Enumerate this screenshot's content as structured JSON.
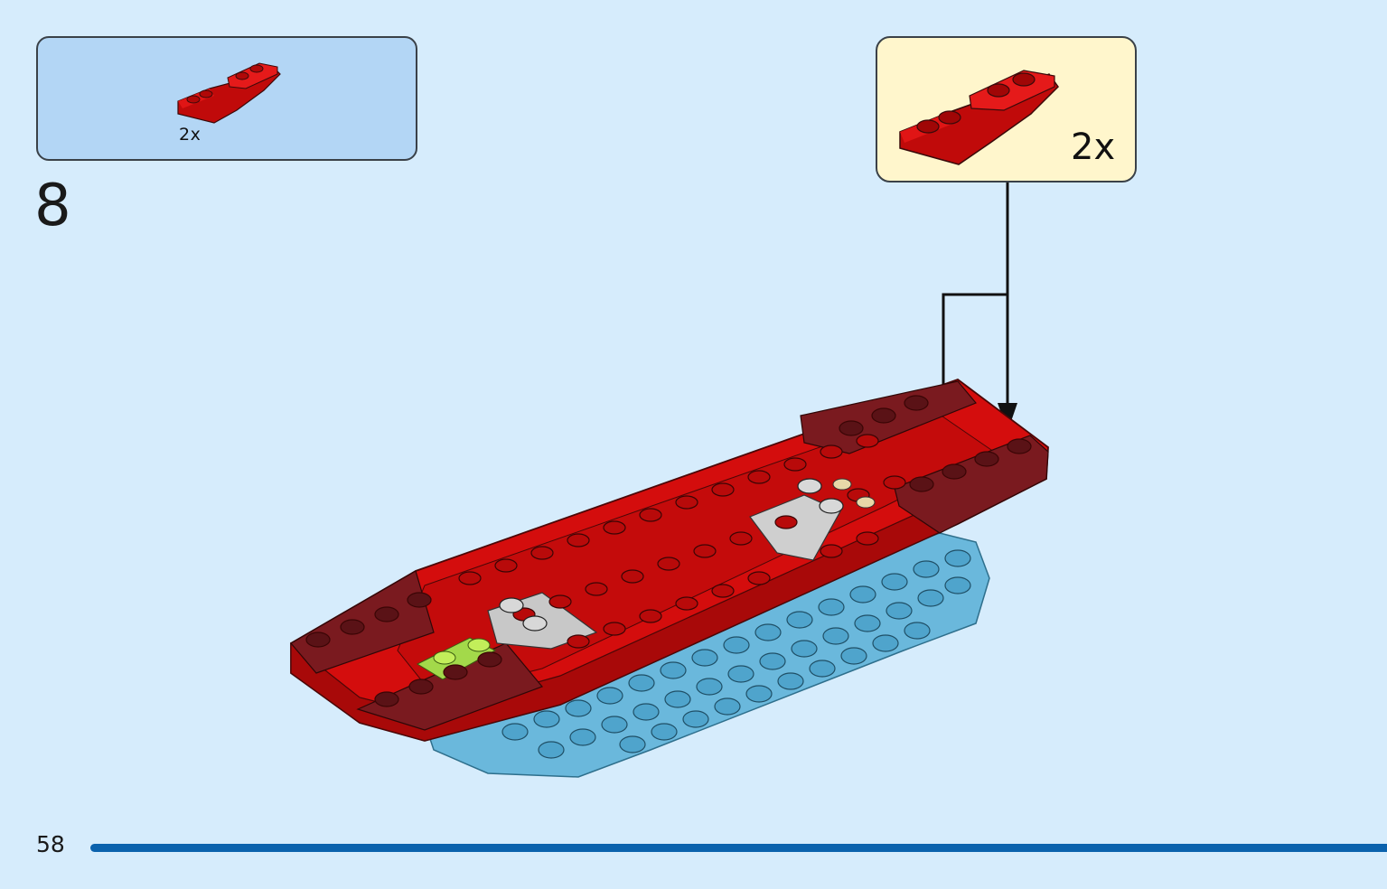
{
  "step": {
    "number": "8"
  },
  "parts_list": {
    "quantity": "2x",
    "part_icon": "red-curved-slope-brick-icon"
  },
  "callout": {
    "quantity": "2x",
    "part_icon": "red-curved-slope-brick-icon"
  },
  "page": {
    "number": "58"
  },
  "colors": {
    "background": "#d6ecfc",
    "parts_box": "#b3d6f5",
    "callout_box": "#fff6cc",
    "brick_red": "#d40d0d",
    "brick_dark_red": "#7a1a1f",
    "base_plate": "#6ab8dc",
    "page_bar": "#0b62ad"
  }
}
